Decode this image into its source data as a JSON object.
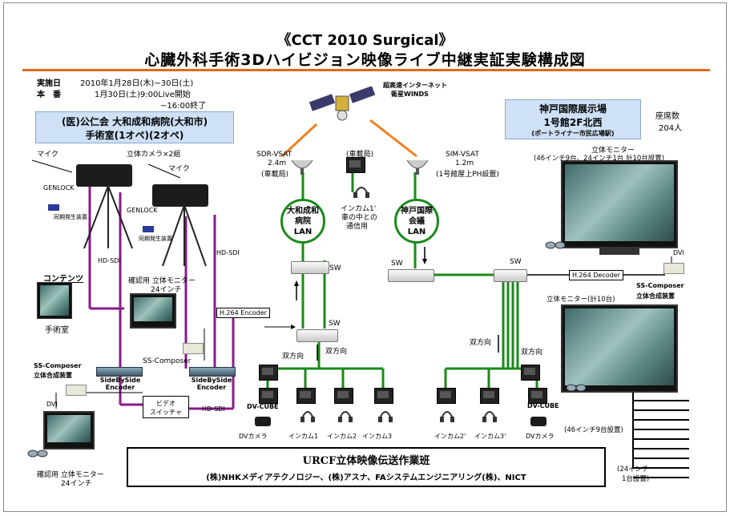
{
  "title": "《CCT 2010 Surgical》",
  "subtitle": "心臓外科手術3Dハイビジョン映像ライブ中継実証実験構成図",
  "dates": {
    "label_date": "実施日",
    "date": "2010年1月28日(木)~30日(土)",
    "label_live": "本　番",
    "live": "1月30日(土)9:00Live開始",
    "live_end": "~16:00終了"
  },
  "hospital": {
    "line1": "(医)公仁会 大和成和病院(大和市)",
    "line2": "手術室(1オペ)(2オペ)"
  },
  "venue": {
    "line1": "神戸国際展示場",
    "line2": "1号館2F北西",
    "line3": "(ポートライナー市民広場駅)",
    "seats_label": "座席数",
    "seats": "204人"
  },
  "satellite": {
    "line1": "超高速インターネット",
    "line2": "衛星WINDS"
  },
  "left_station": {
    "name": "SDR-VSAT",
    "size": "2.4m",
    "note": "(車載局)"
  },
  "right_station": {
    "name": "SIM-VSAT",
    "size": "1.2m",
    "note": "(1号館屋上PH設置)"
  },
  "vehicle": {
    "label": "(車載局)",
    "intercom": "インカム1'",
    "note1": "車の中との",
    "note2": "通信用"
  },
  "lans": {
    "left": "大和成和病院LAN",
    "right": "神戸国際会議LAN"
  },
  "labels": {
    "cameras": "立体カメラ×2組",
    "mic": "マイク",
    "genlock": "GENLOCK",
    "sync_gen": "同期発生装置",
    "hdsdi": "HD-SDI",
    "check_monitor": "確認用 立体モニター",
    "inch24": "24インチ",
    "contents": "コンテンツ",
    "operating_room": "手術室",
    "ss_composer": "SS-Composer",
    "ss_composer_jp": "立体合成装置",
    "sbs_encoder": "SideBySide Encoder",
    "video_switcher_1": "ビデオ",
    "video_switcher_2": "スイッチャ",
    "dvi": "DVI",
    "h264_enc": "H.264 Encoder",
    "h264_dec": "H.264 Decoder",
    "sw": "SW",
    "bidir": "双方向",
    "dv_cube": "DV-CUBE",
    "dv_camera": "DVカメラ",
    "intercom1": "インカム1",
    "intercom2": "インカム2",
    "intercom3": "インカム3",
    "intercom2p": "インカム2'",
    "intercom3p": "インカム3'",
    "stereo_monitor_top": "立体モニター",
    "stereo_monitor_spec": "(46インチ9台、24インチ1台 計10台設置)",
    "stereo_monitor_mid": "立体モニター(計10台)",
    "inch46": "(46インチ9台設置)",
    "inch24_one_1": "(24インチ",
    "inch24_one_2": "1台設置)"
  },
  "footer": {
    "title": "URCF立体映像伝送作業班",
    "members": "(株)NHKメディアテクノロジー、(株)アスナ、FAシステムエンジニアリング(株)、NICT"
  },
  "colors": {
    "accent_rule": "#e06a1a",
    "lan_green": "#1a8a1a",
    "sdi_purple": "#8a1a8a",
    "sat_orange": "#f08020",
    "venue_blue": "#cfe1f6"
  }
}
